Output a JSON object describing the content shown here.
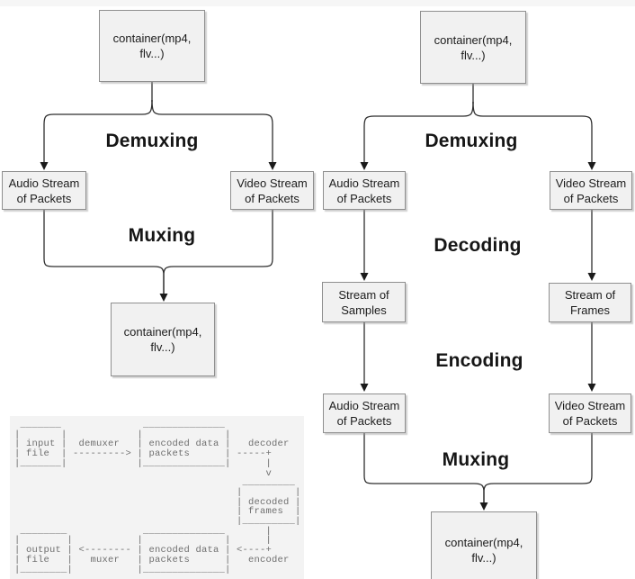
{
  "colors": {
    "canvas_bg": "#ffffff",
    "top_strip": "#f6f6f6",
    "node_fill": "#f1f1f1",
    "node_border": "#8f8f8f",
    "connector_line": "#2e2e2e",
    "ascii_panel_bg": "#f3f3f3",
    "ascii_text": "#6f6f6f"
  },
  "remux_diagram": {
    "container_top": "container(mp4,\nflv...)",
    "stage_demuxing": "Demuxing",
    "audio_packets": "Audio Stream\nof Packets",
    "video_packets": "Video Stream\nof Packets",
    "stage_muxing": "Muxing",
    "container_bottom": "container(mp4,\nflv...)"
  },
  "transcode_diagram": {
    "container_top": "container(mp4,\nflv...)",
    "stage_demuxing": "Demuxing",
    "audio_packets": "Audio Stream\nof Packets",
    "video_packets": "Video Stream\nof Packets",
    "stage_decoding": "Decoding",
    "stream_of_samples": "Stream of\nSamples",
    "stream_of_frames": "Stream of\nFrames",
    "stage_encoding": "Encoding",
    "audio_packets_2": "Audio Stream\nof Packets",
    "video_packets_2": "Video Stream\nof Packets",
    "stage_muxing": "Muxing",
    "container_bottom": "container(mp4,\nflv...)"
  },
  "ascii_pipeline": {
    "text": " _______              ______________\n|       |            |              |\n| input |  demuxer   | encoded data |   decoder\n| file  | ---------> | packets      | -----+\n|_______|            |______________|      |\n                                           v\n                                       _________\n                                      |         |\n                                      | decoded |\n                                      | frames  |\n                                      |_________|\n ________             ______________       |\n|        |           |              |      |\n| output | <-------- | encoded data | <----+\n| file   |   muxer   | packets      |   encoder\n|________|           |______________|"
  }
}
